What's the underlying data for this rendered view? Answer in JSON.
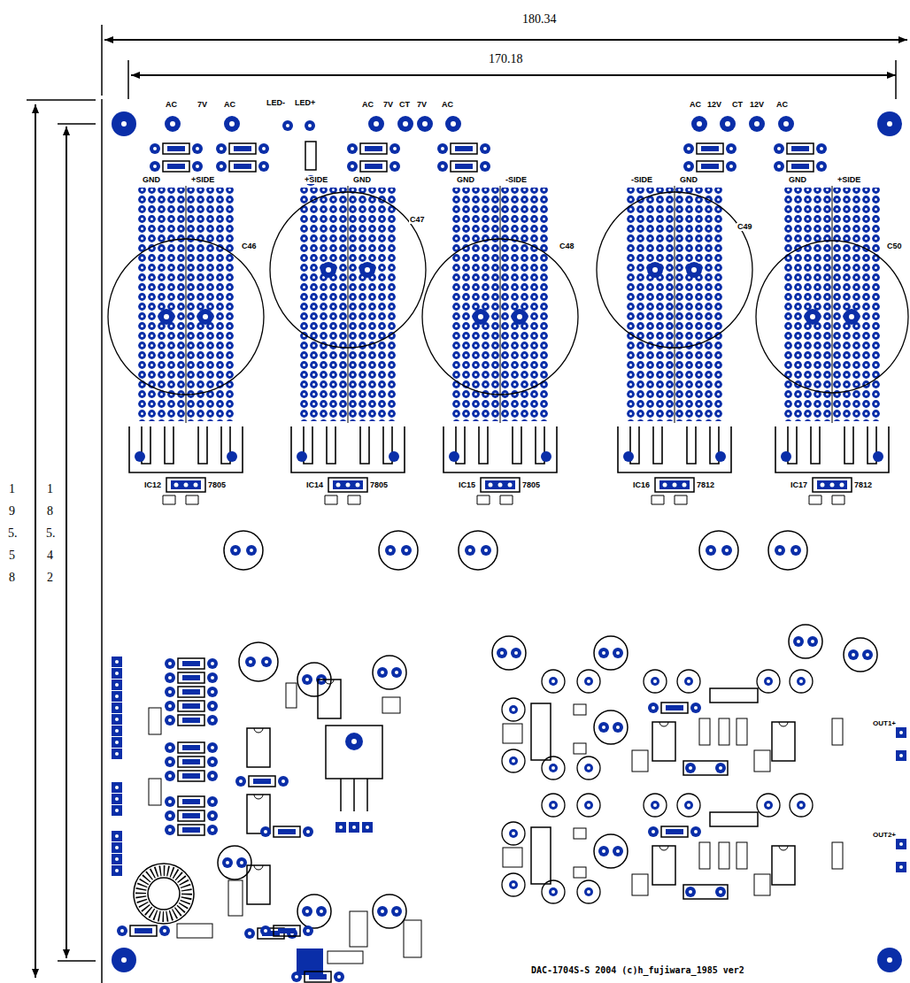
{
  "diagram": {
    "labels": [
      "180.34",
      "170.18",
      "195.58",
      "185.42",
      "AC",
      "7V",
      "AC",
      "LED-",
      "LED+",
      "AC",
      "7V",
      "CT",
      "7V",
      "AC",
      "AC",
      "12V",
      "CT",
      "12V",
      "AC",
      "GND",
      "+SIDE",
      "+SIDE",
      "GND",
      "GND",
      "-SIDE",
      "-SIDE",
      "GND",
      "GND",
      "+SIDE",
      "C46",
      "C47",
      "C48",
      "C49",
      "C50",
      "IC12",
      "7805",
      "IC14",
      "7805",
      "IC15",
      "7805",
      "IC16",
      "7812",
      "IC17",
      "7812",
      "OUT1+",
      "OUT2+",
      "DAC-1704S-S  2004 (c)h_fujiwara_1985 ver2"
    ]
  }
}
